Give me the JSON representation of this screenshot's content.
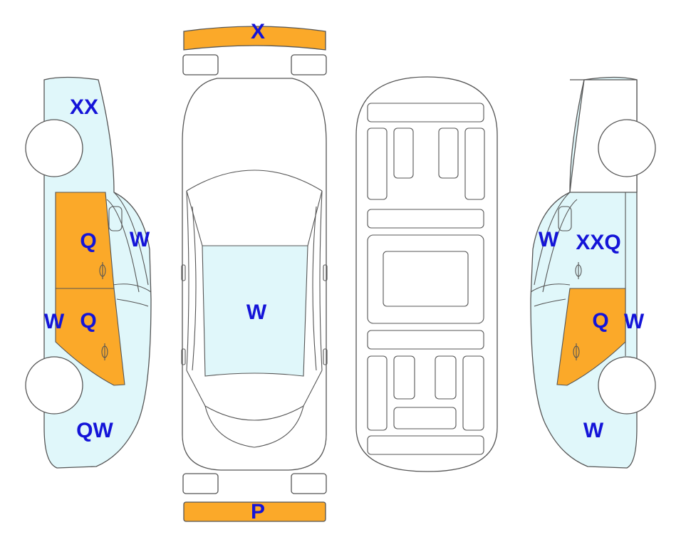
{
  "colors": {
    "outline": "#555555",
    "damage_light": "#e0f7fa",
    "damage_orange": "#fba929",
    "label_text": "#1414d8",
    "background": "#ffffff"
  },
  "labels": {
    "front_bumper": "X",
    "rear_bumper": "P",
    "hood": "W",
    "left_front_fender": "XX",
    "left_front_door": "Q",
    "left_front_window": "W",
    "left_rear_door": "Q",
    "left_rocker": "W",
    "left_rear_quarter": "QW",
    "right_front_window": "W",
    "right_front_door": "XXQ",
    "right_rear_door": "Q",
    "right_rear_pillar": "W",
    "right_rear_quarter": "W"
  }
}
